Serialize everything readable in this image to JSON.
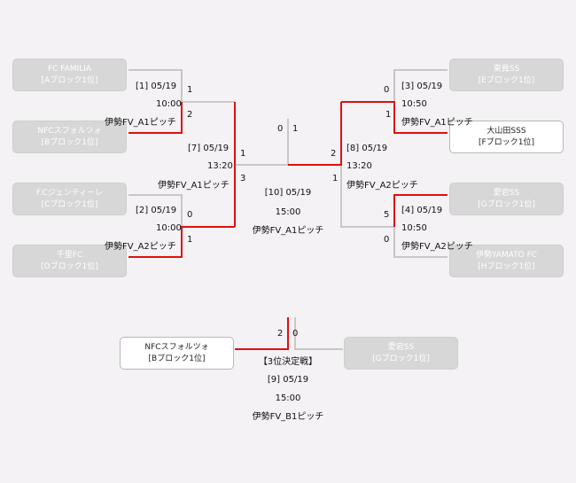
{
  "teams": {
    "l1": {
      "name": "FC FAMILIA",
      "block": "[Aブロック1位]"
    },
    "l2": {
      "name": "NFCスフォルツォ",
      "block": "[Bブロック1位]"
    },
    "l3": {
      "name": "F.Cジェンティーレ",
      "block": "[Cブロック1位]"
    },
    "l4": {
      "name": "千里FC",
      "block": "[Dブロック1位]"
    },
    "r1": {
      "name": "東員SS",
      "block": "[Eブロック1位]"
    },
    "r2": {
      "name": "大山田SSS",
      "block": "[Fブロック1位]"
    },
    "r3": {
      "name": "愛宕SS",
      "block": "[Gブロック1位]"
    },
    "r4": {
      "name": "伊勢YAMATO FC",
      "block": "[Hブロック1位]"
    },
    "t1": {
      "name": "NFCスフォルツォ",
      "block": "[Bブロック1位]"
    },
    "t2": {
      "name": "愛宕SS",
      "block": "[Gブロック1位]"
    }
  },
  "matches": {
    "m1": {
      "no": "[1] 05/19",
      "time": "10:00",
      "pitch": "伊勢FV_A1ピッチ",
      "s1": "1",
      "s2": "2"
    },
    "m2": {
      "no": "[2] 05/19",
      "time": "10:00",
      "pitch": "伊勢FV_A2ピッチ",
      "s1": "0",
      "s2": "1"
    },
    "m3": {
      "no": "[3] 05/19",
      "time": "10:50",
      "pitch": "伊勢FV_A1ピッチ",
      "s1": "0",
      "s2": "1"
    },
    "m4": {
      "no": "[4] 05/19",
      "time": "10:50",
      "pitch": "伊勢FV_A2ピッチ",
      "s1": "5",
      "s2": "0"
    },
    "m7": {
      "no": "[7] 05/19",
      "time": "13:20",
      "pitch": "伊勢FV_A1ピッチ",
      "s1": "1",
      "s2": "3"
    },
    "m8": {
      "no": "[8] 05/19",
      "time": "13:20",
      "pitch": "伊勢FV_A2ピッチ",
      "s1": "2",
      "s2": "1"
    },
    "m10": {
      "no": "[10] 05/19",
      "time": "15:00",
      "pitch": "伊勢FV_A1ピッチ",
      "s1": "0",
      "s2": "1"
    },
    "m9": {
      "title": "【3位決定戦】",
      "no": "[9] 05/19",
      "time": "15:00",
      "pitch": "伊勢FV_B1ピッチ",
      "s1": "2",
      "s2": "0"
    }
  },
  "colors": {
    "win_line": "#e01010",
    "lose_line": "#c8c8c8"
  }
}
